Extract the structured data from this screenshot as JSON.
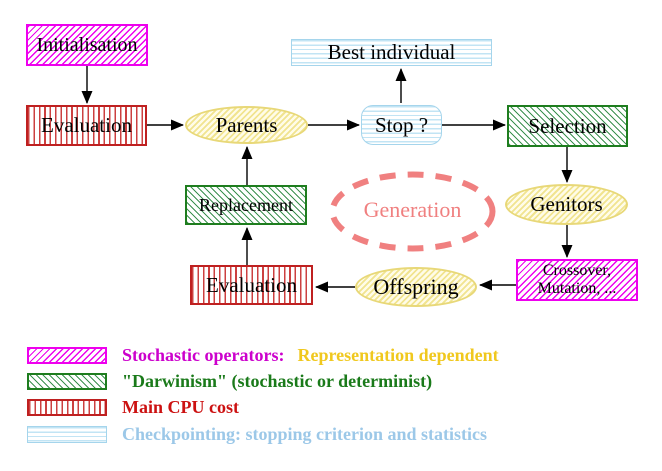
{
  "nodes": {
    "initialisation": "Initialisation",
    "evaluation_top": "Evaluation",
    "parents": "Parents",
    "stop": "Stop ?",
    "best_individual": "Best individual",
    "selection": "Selection",
    "replacement": "Replacement",
    "generation": "Generation",
    "genitors": "Genitors",
    "offspring": "Offspring",
    "evaluation_bottom": "Evaluation",
    "crossover_line1": "Crossover,",
    "crossover_line2": "Mutation, ..."
  },
  "legend": {
    "items": [
      {
        "label": "Stochastic operators:",
        "label_secondary": "Representation dependent"
      },
      {
        "label": "\"Darwinism\" (stochastic or determinist)"
      },
      {
        "label": "Main CPU cost"
      },
      {
        "label": "Checkpointing: stopping criterion and statistics"
      }
    ]
  },
  "colors": {
    "magenta": "#ee00ee",
    "magenta_text": "#cc00cc",
    "green": "#1e7d1e",
    "green_line": "#3c9150",
    "green_text": "#1a7a1a",
    "red": "#bf2020",
    "red_line": "#cc4040",
    "red_text": "#cc1111",
    "cyan": "#a5d5ec",
    "cyan_line": "#c2e4f4",
    "cyan_text": "#9cc8e8",
    "yellow": "#e8d878",
    "yellow_line": "#f1e490",
    "yellow_bg": "#fffce8",
    "gold_text": "#f0c81e",
    "salmon": "#f08080"
  }
}
